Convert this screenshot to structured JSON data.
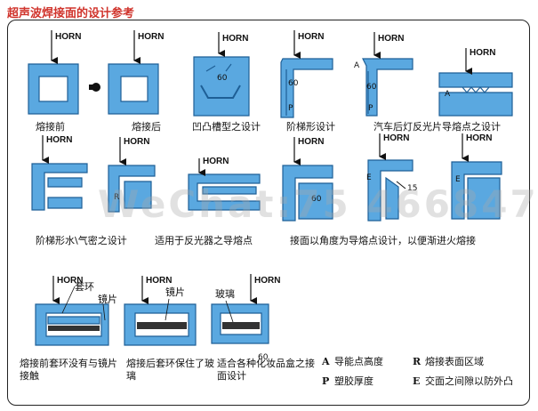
{
  "title": "超声波焊接面的设计参考",
  "horn": "HORN",
  "row1": [
    {
      "id": "before",
      "label": "熔接前"
    },
    {
      "id": "after",
      "label": "熔接后"
    },
    {
      "id": "groove",
      "label": "凹凸槽型之设计"
    },
    {
      "id": "step",
      "label": "阶梯形设计"
    },
    {
      "id": "lamp",
      "label": "汽车后灯反光片导熔点之设计"
    }
  ],
  "row2": [
    {
      "id": "steptight",
      "label": "阶梯形水\\气密之设计"
    },
    {
      "id": "reflector",
      "label": "适用于反光器之导熔点"
    },
    {
      "id": "angle",
      "label": "接面以角度为导熔点设计，以便渐进火熔接"
    }
  ],
  "row3": [
    {
      "id": "ring_before",
      "label": "熔接前套环没有与镜片接触"
    },
    {
      "id": "ring_after",
      "label": "熔接后套环保住了玻璃"
    },
    {
      "id": "cosmetic",
      "label": "适合各种化妆品盒之接面设计"
    }
  ],
  "callouts": {
    "ring": "套环",
    "lens1": "镜片",
    "lens2": "镜片",
    "glass": "玻璃"
  },
  "dims": {
    "d60": "60",
    "d15": "15",
    "A": "A",
    "P": "P",
    "R": "R",
    "E": "E"
  },
  "legend": [
    {
      "key": "A",
      "text": "导能点高度"
    },
    {
      "key": "R",
      "text": "熔接表面区域"
    },
    {
      "key": "P",
      "text": "塑胶厚度"
    },
    {
      "key": "E",
      "text": "交面之间隙以防外凸"
    }
  ],
  "watermark": "WeChat:75 466847",
  "colors": {
    "part": "#5aa8e0",
    "stroke": "#1e5f96",
    "title": "#d0342c"
  }
}
